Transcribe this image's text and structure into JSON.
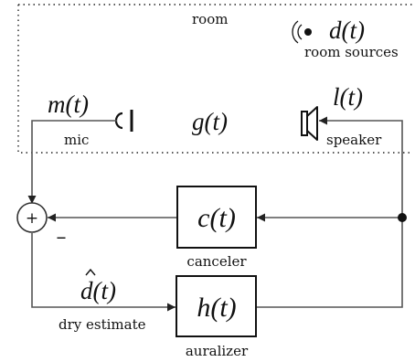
{
  "room": {
    "label": "room"
  },
  "sources": {
    "symbol": "d(t)",
    "label": "room sources"
  },
  "mic": {
    "symbol": "m(t)",
    "label": "mic"
  },
  "path": {
    "symbol": "g(t)"
  },
  "speaker": {
    "symbol": "l(t)",
    "label": "speaker"
  },
  "summer": {
    "plus": "+",
    "minus": "–"
  },
  "canceler": {
    "symbol": "c(t)",
    "label": "canceler"
  },
  "auralizer": {
    "symbol": "h(t)",
    "label": "auralizer"
  },
  "dry": {
    "symbol": "d(t)",
    "label": "dry estimate"
  },
  "colors": {
    "line": "#555555",
    "box": "#111111",
    "text": "#111111"
  }
}
